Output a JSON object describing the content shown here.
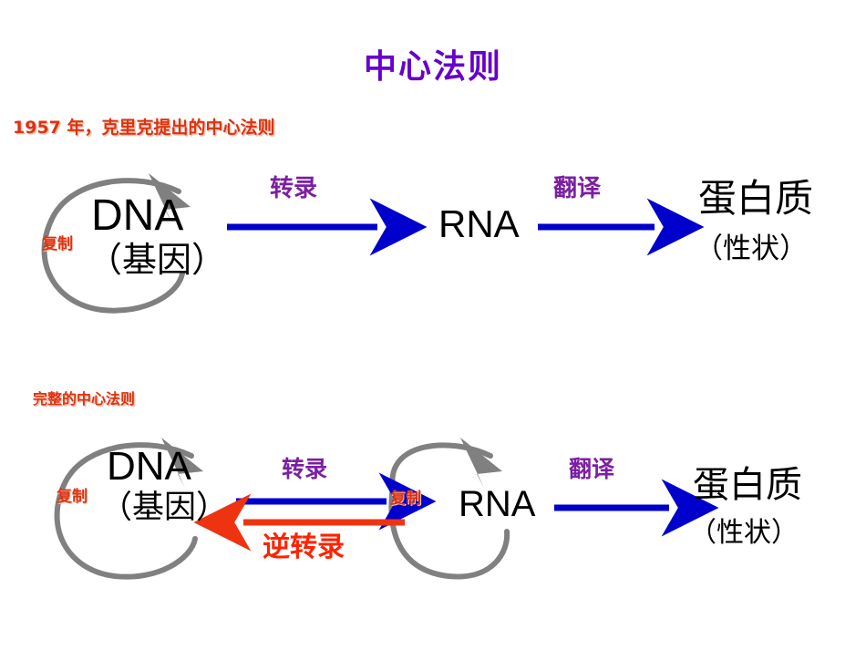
{
  "title": "中心法则",
  "colors": {
    "title_purple": "#6600CC",
    "caption_red": "#DD3311",
    "process_purple": "#7B1FA2",
    "arrow_blue": "#0000CC",
    "reverse_arrow_orange": "#EE3311",
    "reverse_label_red": "#FF2200",
    "circle_gray": "#808080",
    "text_black": "#000000"
  },
  "sections": [
    {
      "id": "classic",
      "caption": "1957 年，克里克提出的中心法则",
      "nodes": {
        "dna_latin": "DNA",
        "dna_cjk": "（基因）",
        "rna": "RNA",
        "protein_cjk": "蛋白质",
        "protein_trait_cjk": "（性状）"
      },
      "labels": {
        "replication_dna": "复制",
        "transcription": "转录",
        "translation": "翻译"
      },
      "arrows": [
        {
          "name": "dna-replication-loop",
          "kind": "circular",
          "color": "#808080",
          "label": "复制"
        },
        {
          "name": "transcription-arrow",
          "kind": "straight",
          "direction": "right",
          "color": "#0000CC",
          "label": "转录"
        },
        {
          "name": "translation-arrow",
          "kind": "straight",
          "direction": "right",
          "color": "#0000CC",
          "label": "翻译"
        }
      ]
    },
    {
      "id": "complete",
      "caption": "完整的中心法则",
      "nodes": {
        "dna_latin": "DNA",
        "dna_cjk": "（基因）",
        "rna": "RNA",
        "protein_cjk": "蛋白质",
        "protein_trait_cjk": "（性状）"
      },
      "labels": {
        "replication_dna": "复制",
        "replication_rna": "复制",
        "transcription": "转录",
        "reverse_transcription": "逆转录",
        "translation": "翻译"
      },
      "arrows": [
        {
          "name": "dna-replication-loop",
          "kind": "circular",
          "color": "#808080",
          "label": "复制"
        },
        {
          "name": "rna-replication-loop",
          "kind": "circular",
          "color": "#808080",
          "label": "复制"
        },
        {
          "name": "transcription-arrow",
          "kind": "straight",
          "direction": "right",
          "color": "#0000CC",
          "label": "转录"
        },
        {
          "name": "reverse-transcription-arrow",
          "kind": "straight",
          "direction": "left",
          "color": "#EE3311",
          "label": "逆转录"
        },
        {
          "name": "translation-arrow",
          "kind": "straight",
          "direction": "right",
          "color": "#0000CC",
          "label": "翻译"
        }
      ]
    }
  ]
}
